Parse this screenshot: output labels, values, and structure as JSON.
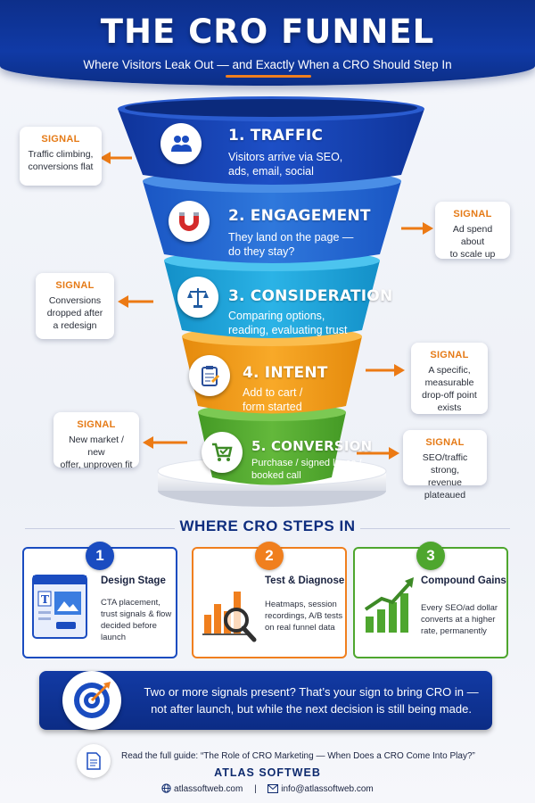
{
  "header": {
    "title": "THE CRO FUNNEL",
    "subtitle": "Where Visitors Leak Out — and Exactly When a CRO Should Step In"
  },
  "funnel": {
    "tiers": [
      {
        "title": "1. TRAFFIC",
        "desc_line1": "Visitors arrive via SEO,",
        "desc_line2": "ads, email, social",
        "color": "#1a4cc0",
        "icon": "users-icon"
      },
      {
        "title": "2. ENGAGEMENT",
        "desc_line1": "They land on the page —",
        "desc_line2": "do they stay?",
        "color": "#2a6fd6",
        "icon": "magnet-icon"
      },
      {
        "title": "3. CONSIDERATION",
        "desc_line1": "Comparing options,",
        "desc_line2": "reading, evaluating trust",
        "color": "#21a6db",
        "icon": "scales-icon"
      },
      {
        "title": "4. INTENT",
        "desc_line1": "Add to cart /",
        "desc_line2": "form started",
        "color": "#f39c1c",
        "icon": "clipboard-icon"
      },
      {
        "title": "5. CONVERSION",
        "desc_line1": "Purchase / signed lease /",
        "desc_line2": "booked call",
        "color": "#58ad35",
        "icon": "cart-icon"
      }
    ]
  },
  "signals": [
    {
      "label": "SIGNAL",
      "line1": "Traffic climbing,",
      "line2": "conversions flat",
      "line3": ""
    },
    {
      "label": "SIGNAL",
      "line1": "Ad spend about",
      "line2": "to scale up",
      "line3": ""
    },
    {
      "label": "SIGNAL",
      "line1": "Conversions",
      "line2": "dropped after",
      "line3": "a redesign"
    },
    {
      "label": "SIGNAL",
      "line1": "A specific,",
      "line2": "measurable",
      "line3": "drop-off point",
      "line4": "exists"
    },
    {
      "label": "SIGNAL",
      "line1": "New market / new",
      "line2": "offer, unproven fit",
      "line3": ""
    },
    {
      "label": "SIGNAL",
      "line1": "SEO/traffic strong,",
      "line2": "revenue plateaued",
      "line3": ""
    }
  ],
  "cro_section": {
    "heading": "WHERE CRO STEPS IN",
    "steps": [
      {
        "num": "1",
        "title": "Design Stage",
        "line1": "CTA placement,",
        "line2": "trust signals & flow",
        "line3": "decided before",
        "line4": "launch",
        "color": "#1a4cc0"
      },
      {
        "num": "2",
        "title": "Test & Diagnose",
        "line1": "Heatmaps, session",
        "line2": "recordings, A/B tests",
        "line3": "on real funnel data",
        "line4": "",
        "color": "#f07f1e"
      },
      {
        "num": "3",
        "title": "Compound Gains",
        "line1": "Every SEO/ad dollar",
        "line2": "converts at a higher",
        "line3": "rate, permanently",
        "line4": "",
        "color": "#4ea62e"
      }
    ]
  },
  "banner": {
    "line1": "Two or more signals present? That’s your sign to bring CRO in —",
    "line2": "not after launch, but while the next decision is still being made."
  },
  "footer": {
    "guide": "Read the full guide: “The Role of CRO Marketing — When Does a CRO Come Into Play?”",
    "brand": "ATLAS SOFTWEB",
    "website": "atlassoftweb.com",
    "separator": "|",
    "email": "info@atlassoftweb.com"
  },
  "colors": {
    "accent_orange": "#f07f1e",
    "brand_blue": "#0e2d7e"
  }
}
